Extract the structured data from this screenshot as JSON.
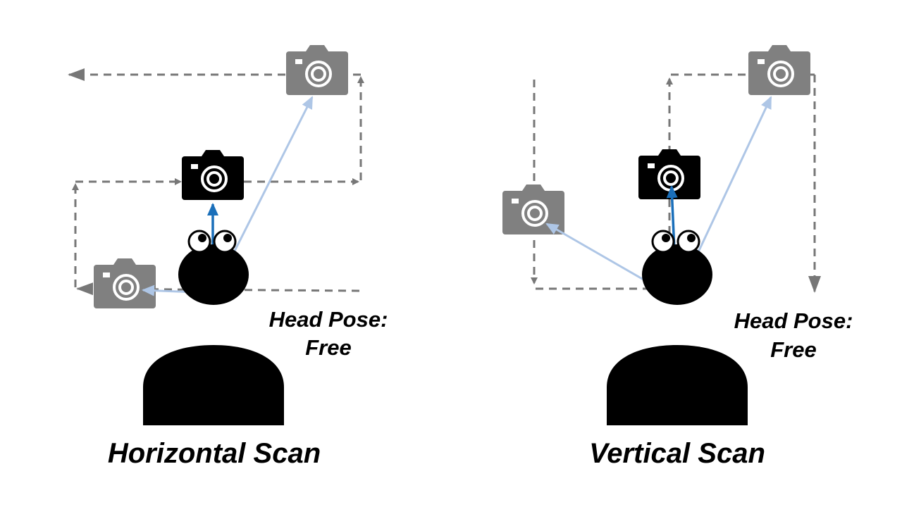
{
  "colors": {
    "dashed_path": "#777777",
    "camera_inactive": "#808080",
    "camera_active": "#000000",
    "gaze_active": "#1a6fba",
    "gaze_inactive": "#aec6e6",
    "person": "#000000"
  },
  "left_panel": {
    "title": "Horizontal Scan",
    "head_pose_line1": "Head Pose:",
    "head_pose_line2": "Free"
  },
  "right_panel": {
    "title": "Vertical Scan",
    "head_pose_line1": "Head Pose:",
    "head_pose_line2": "Free"
  },
  "icons": {
    "camera": "camera-icon",
    "person": "person-icon"
  }
}
